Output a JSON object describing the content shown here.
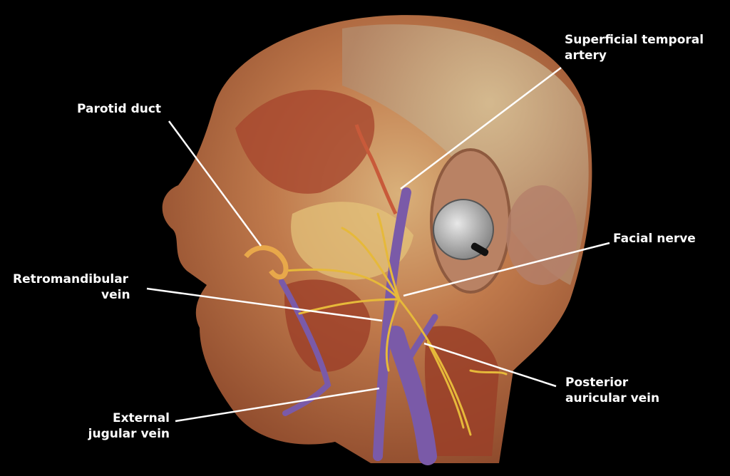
{
  "labels": {
    "parotid_duct": "Parotid duct",
    "superficial_temporal_artery": [
      "Superficial temporal",
      "artery"
    ],
    "facial_nerve": "Facial nerve",
    "retromandibular_vein": [
      "Retromandibular",
      "vein"
    ],
    "posterior_auricular_vein": [
      "Posterior",
      "auricular vein"
    ],
    "external_jugular_vein": [
      "External",
      "jugular vein"
    ]
  },
  "colors": {
    "background": "#000000",
    "tissue": "#b5603d",
    "fat": "#e3c27a",
    "vein": "#7a5aa8",
    "nerve": "#e6b93a",
    "label": "#ffffff"
  }
}
